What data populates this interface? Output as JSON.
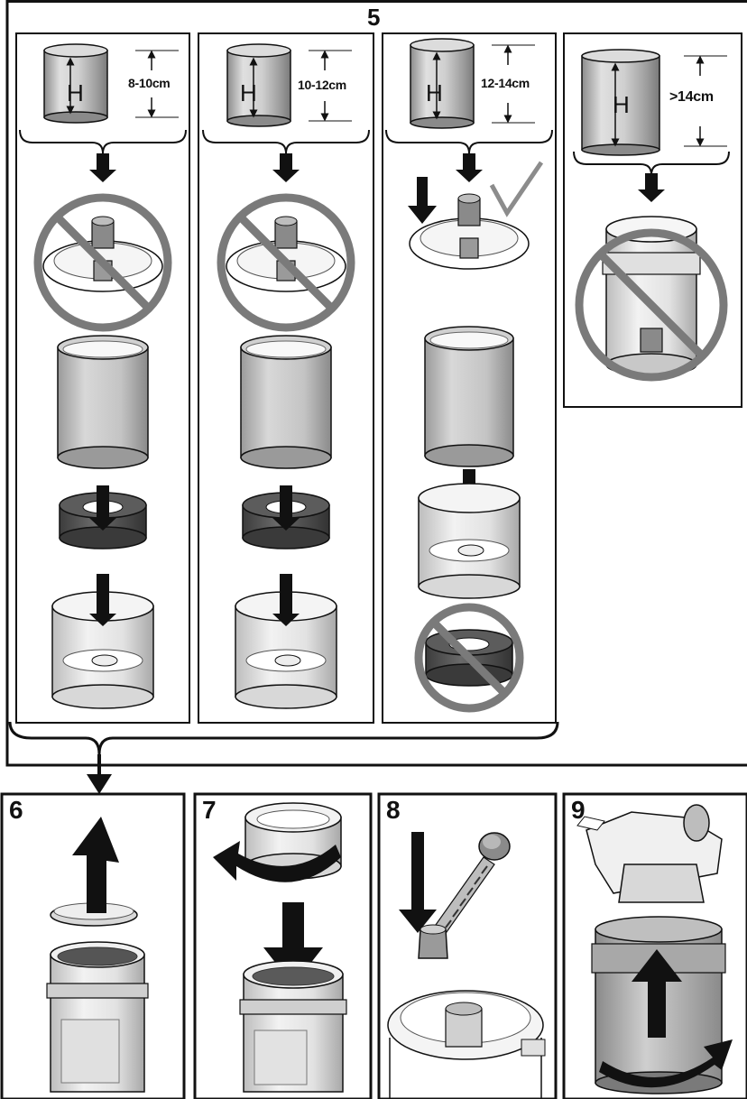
{
  "step5": {
    "number": "5"
  },
  "panels": [
    {
      "height_range": "8-10cm",
      "can_letter": "H"
    },
    {
      "height_range": "10-12cm",
      "can_letter": "H"
    },
    {
      "height_range": "12-14cm",
      "can_letter": "H"
    },
    {
      "height_range": ">14cm",
      "can_letter": "H"
    }
  ],
  "bottom_steps": [
    {
      "number": "6"
    },
    {
      "number": "7"
    },
    {
      "number": "8"
    },
    {
      "number": "9"
    }
  ],
  "colors": {
    "line": "#111111",
    "prohibit": "#808080",
    "check": "#8c8c8c",
    "metal_light": "#e8e8e8",
    "metal_mid": "#bdbdbd",
    "metal_dark": "#7a7a7a",
    "adapter_dark": "#555555"
  }
}
